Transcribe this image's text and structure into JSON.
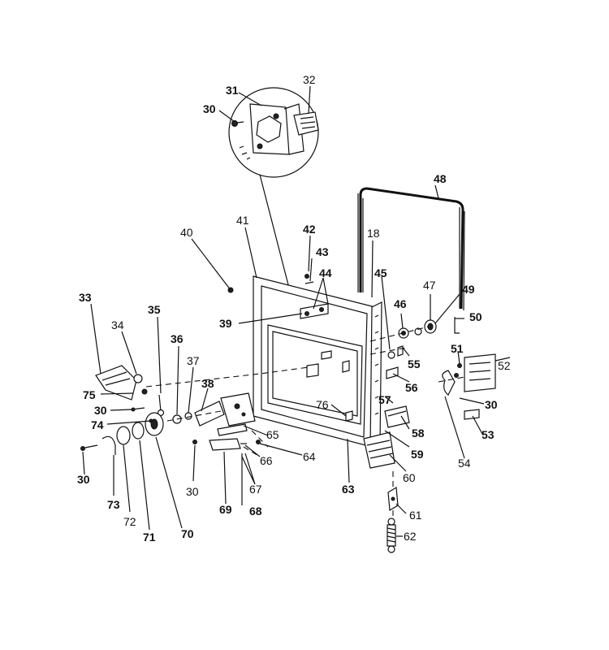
{
  "diagram": {
    "callouts": [
      {
        "id": "c30a",
        "text": "30"
      },
      {
        "id": "c31",
        "text": "31"
      },
      {
        "id": "c32",
        "text": "32"
      },
      {
        "id": "c48",
        "text": "48"
      },
      {
        "id": "c40",
        "text": "40"
      },
      {
        "id": "c41",
        "text": "41"
      },
      {
        "id": "c42",
        "text": "42"
      },
      {
        "id": "c18",
        "text": "18"
      },
      {
        "id": "c43",
        "text": "43"
      },
      {
        "id": "c44",
        "text": "44"
      },
      {
        "id": "c45",
        "text": "45"
      },
      {
        "id": "c47",
        "text": "47"
      },
      {
        "id": "c49",
        "text": "49"
      },
      {
        "id": "c46",
        "text": "46"
      },
      {
        "id": "c50",
        "text": "50"
      },
      {
        "id": "c39",
        "text": "39"
      },
      {
        "id": "c33",
        "text": "33"
      },
      {
        "id": "c35",
        "text": "35"
      },
      {
        "id": "c34",
        "text": "34"
      },
      {
        "id": "c36",
        "text": "36"
      },
      {
        "id": "c37",
        "text": "37"
      },
      {
        "id": "c51",
        "text": "51"
      },
      {
        "id": "c52",
        "text": "52"
      },
      {
        "id": "c55",
        "text": "55"
      },
      {
        "id": "c56",
        "text": "56"
      },
      {
        "id": "c38",
        "text": "38"
      },
      {
        "id": "c75",
        "text": "75"
      },
      {
        "id": "c30b",
        "text": "30"
      },
      {
        "id": "c57",
        "text": "57"
      },
      {
        "id": "c30c",
        "text": "30"
      },
      {
        "id": "c76",
        "text": "76"
      },
      {
        "id": "c74",
        "text": "74"
      },
      {
        "id": "c58",
        "text": "58"
      },
      {
        "id": "c53",
        "text": "53"
      },
      {
        "id": "c65",
        "text": "65"
      },
      {
        "id": "c59",
        "text": "59"
      },
      {
        "id": "c64",
        "text": "64"
      },
      {
        "id": "c66",
        "text": "66"
      },
      {
        "id": "c54",
        "text": "54"
      },
      {
        "id": "c30d",
        "text": "30"
      },
      {
        "id": "c60",
        "text": "60"
      },
      {
        "id": "c67",
        "text": "67"
      },
      {
        "id": "c63",
        "text": "63"
      },
      {
        "id": "c30e",
        "text": "30"
      },
      {
        "id": "c73",
        "text": "73"
      },
      {
        "id": "c72",
        "text": "72"
      },
      {
        "id": "c69",
        "text": "69"
      },
      {
        "id": "c68",
        "text": "68"
      },
      {
        "id": "c61",
        "text": "61"
      },
      {
        "id": "c71",
        "text": "71"
      },
      {
        "id": "c70",
        "text": "70"
      },
      {
        "id": "c62",
        "text": "62"
      }
    ]
  }
}
